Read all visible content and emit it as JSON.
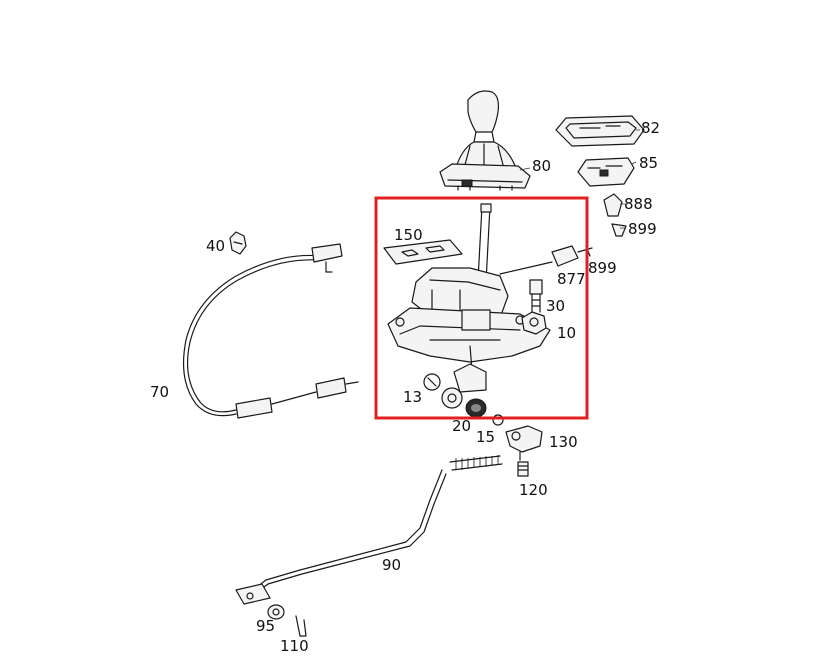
{
  "labels": {
    "p40": "40",
    "p70": "70",
    "p80": "80",
    "p82": "82",
    "p85": "85",
    "p888": "888",
    "p899": "899",
    "p150": "150",
    "p877": "877",
    "p899b": "899",
    "p30": "30",
    "p10": "10",
    "p13": "13",
    "p20": "20",
    "p15": "15",
    "p130": "130",
    "p120": "120",
    "p90": "90",
    "p95": "95",
    "p110": "110"
  },
  "colors": {
    "highlight": "#e02020",
    "line": "#1a1a1a"
  }
}
